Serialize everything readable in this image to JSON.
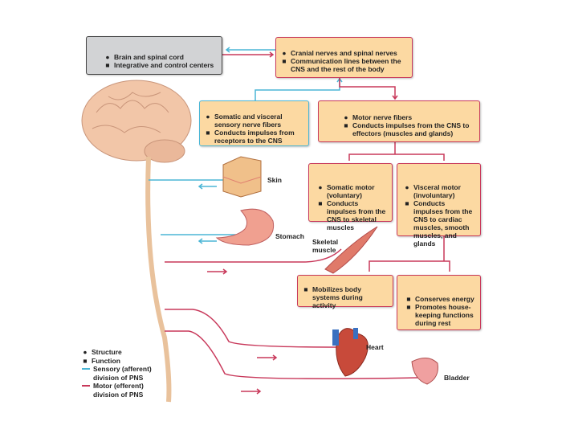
{
  "cns": {
    "structure": "Brain and spinal cord",
    "function": "Integrative and control centers"
  },
  "pns": {
    "structure": "Cranial nerves and spinal nerves",
    "function": "Communication lines between the CNS and the rest of the body"
  },
  "sensory": {
    "structure": "Somatic and visceral sensory nerve fibers",
    "function": "Conducts impulses from receptors to the CNS"
  },
  "motor": {
    "structure": "Motor nerve fibers",
    "function": "Conducts impulses from the CNS to effectors (muscles and glands)"
  },
  "somatic": {
    "structure": "Somatic motor (voluntary)",
    "function": "Conducts impulses from the CNS to skeletal muscles"
  },
  "visceral": {
    "structure": "Visceral motor (involuntary)",
    "function": "Conducts impulses from the CNS to cardiac muscles, smooth muscles, and glands"
  },
  "sympathetic": {
    "function": "Mobilizes body systems during activity"
  },
  "parasympathetic": {
    "functions": [
      "Conserves energy",
      "Promotes house-keeping functions during rest"
    ]
  },
  "organs": {
    "skin": "Skin",
    "stomach": "Stomach",
    "muscle": "Skeletal muscle",
    "heart": "Heart",
    "bladder": "Bladder"
  },
  "legend": {
    "structure": "Structure",
    "function": "Function",
    "sensory": "Sensory (afferent) division of PNS",
    "motor": "Motor (efferent) division of PNS"
  },
  "colors": {
    "sensory": "#4bb6d6",
    "motor": "#c8385a",
    "box": "#fcd9a2",
    "cns_box": "#d2d3d5"
  }
}
